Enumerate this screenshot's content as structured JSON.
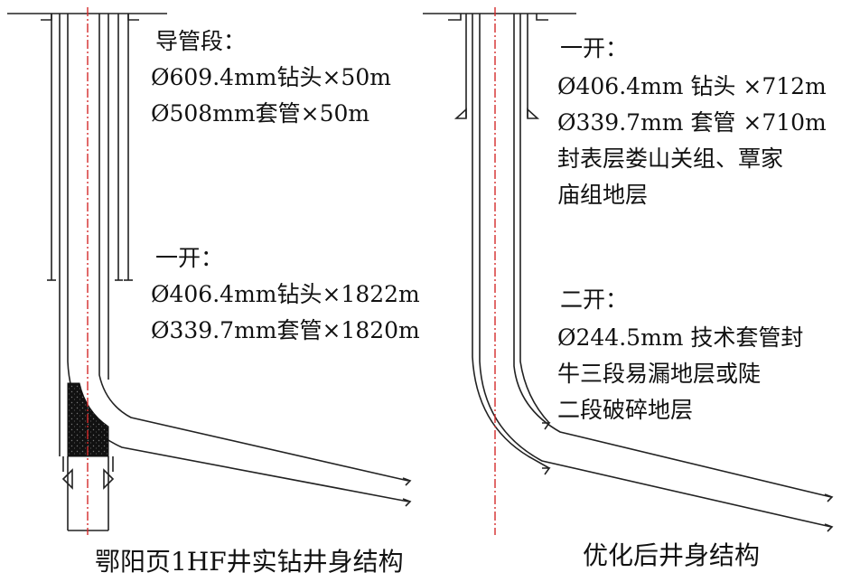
{
  "left_well": {
    "conductor": {
      "heading": "导管段：",
      "bit": "Ø609.4mm钻头×50m",
      "casing": "Ø508mm套管×50m"
    },
    "first_spud": {
      "heading": "一开：",
      "bit": "Ø406.4mm钻头×1822m",
      "casing": "Ø339.7mm套管×1820m"
    },
    "caption": "鄂阳页1HF井实钻井身结构"
  },
  "right_well": {
    "first_spud": {
      "heading": "一开：",
      "bit": "Ø406.4mm 钻头 ×712m",
      "casing": "Ø339.7mm 套管 ×710m",
      "note_line1": "封表层娄山关组、覃家",
      "note_line2": "庙组地层"
    },
    "second_spud": {
      "heading": "二开：",
      "line1": "Ø244.5mm 技术套管封",
      "line2": "牛三段易漏地层或陡",
      "line3": "二段破碎地层"
    },
    "caption": "优化后井身结构"
  },
  "colors": {
    "line": "#222222",
    "axis": "#d42a2a",
    "cement": "#111111"
  }
}
